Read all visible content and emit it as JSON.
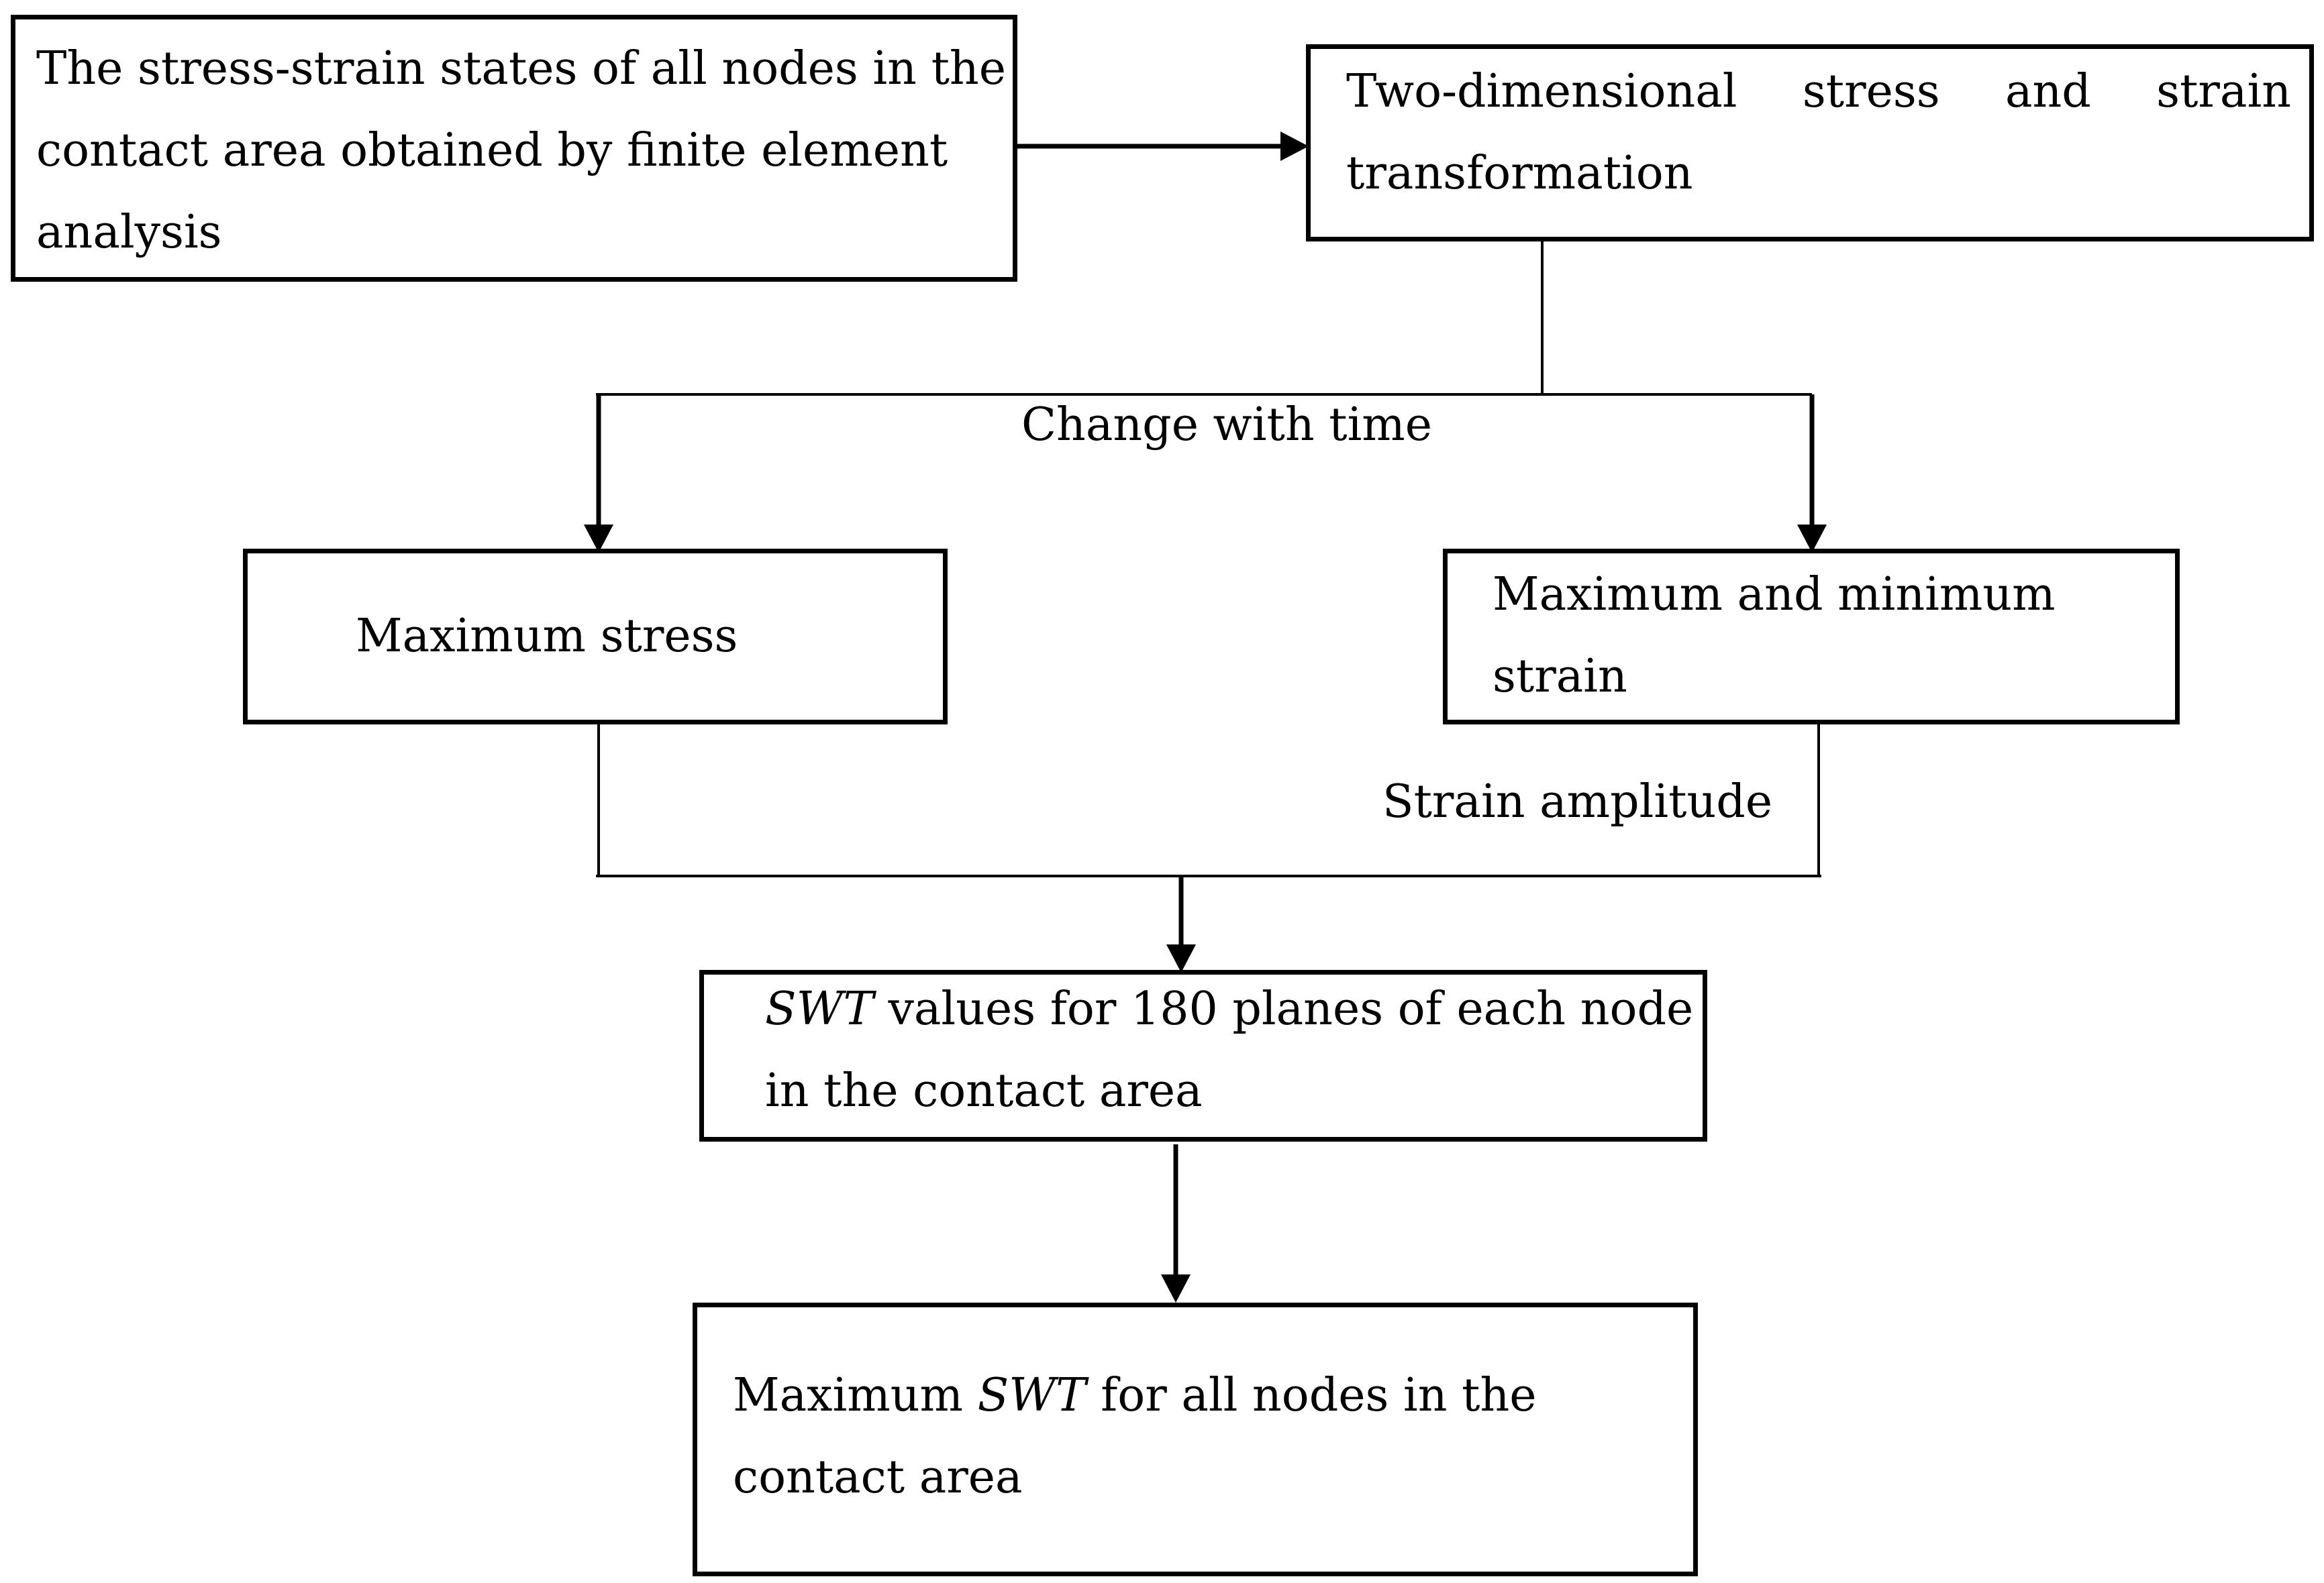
{
  "nodes": {
    "source": {
      "line1": "The stress-strain states of all nodes in the",
      "line2": "contact area obtained by finite element",
      "line3": "analysis"
    },
    "transform": {
      "line1": "Two-dimensional stress and strain",
      "line2": "transformation"
    },
    "max_stress": {
      "line1": "Maximum stress"
    },
    "max_min_strain": {
      "line1": "Maximum and minimum",
      "line2": "strain"
    },
    "swt_planes": {
      "line1_italic": "SWT",
      "line1_rest": " values for 180 planes of each node",
      "line2": "in the contact area"
    },
    "max_swt": {
      "line1_pre": "Maximum ",
      "line1_italic": "SWT",
      "line1_post": " for all nodes in the",
      "line2": "contact area"
    }
  },
  "edge_labels": {
    "change_with_time": "Change with time",
    "strain_amplitude": "Strain amplitude"
  }
}
